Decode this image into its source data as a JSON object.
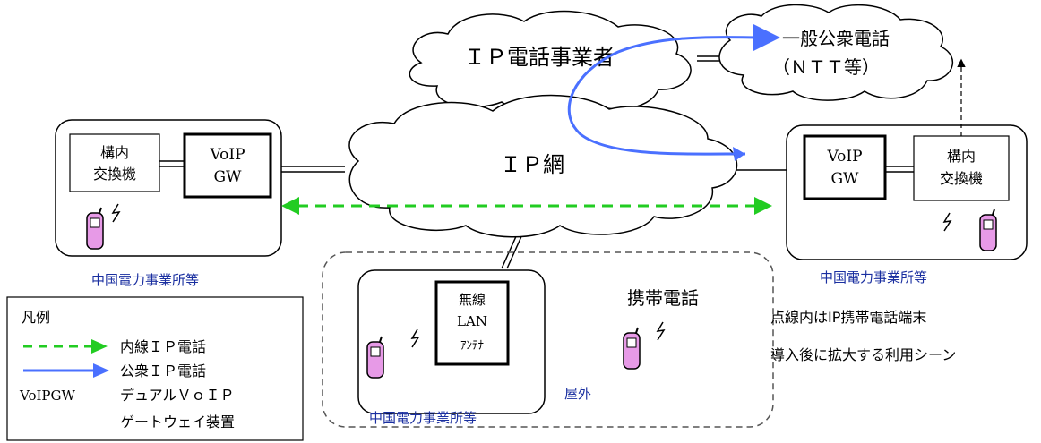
{
  "clouds": {
    "ip_operator": "ＩＰ電話事業者",
    "public_phone_line1": "一般公衆電話",
    "public_phone_line2": "（ＮＴＴ等）",
    "ip_network": "ＩＰ網"
  },
  "left_site": {
    "pbx_line1": "構内",
    "pbx_line2": "交換機",
    "gw_line1": "VoIP",
    "gw_line2": "GW",
    "caption": "中国電力事業所等"
  },
  "right_site": {
    "gw_line1": "VoIP",
    "gw_line2": "GW",
    "pbx_line1": "構内",
    "pbx_line2": "交換機",
    "caption": "中国電力事業所等"
  },
  "outdoor_zone": {
    "lan_line1": "無線",
    "lan_line2": "LAN",
    "lan_line3": "ｱﾝﾃﾅ",
    "mobile_label": "携帯電話",
    "outdoor_label": "屋外",
    "caption": "中国電力事業所等"
  },
  "note": {
    "line1": "点線内はIP携帯電話端末",
    "line2": "導入後に拡大する利用シーン"
  },
  "legend": {
    "title": "凡例",
    "internal": "内線ＩＰ電話",
    "public": "公衆ＩＰ電話",
    "device_abbr": "VoIPGW",
    "device_line1": "デュアルＶｏＩＰ",
    "device_line2": "ゲートウェイ装置"
  },
  "colors": {
    "internal_call": "#22cc22",
    "public_call": "#4a70ff",
    "caption_text": "#1a2fa0",
    "phone_body": "#e79ae7"
  }
}
